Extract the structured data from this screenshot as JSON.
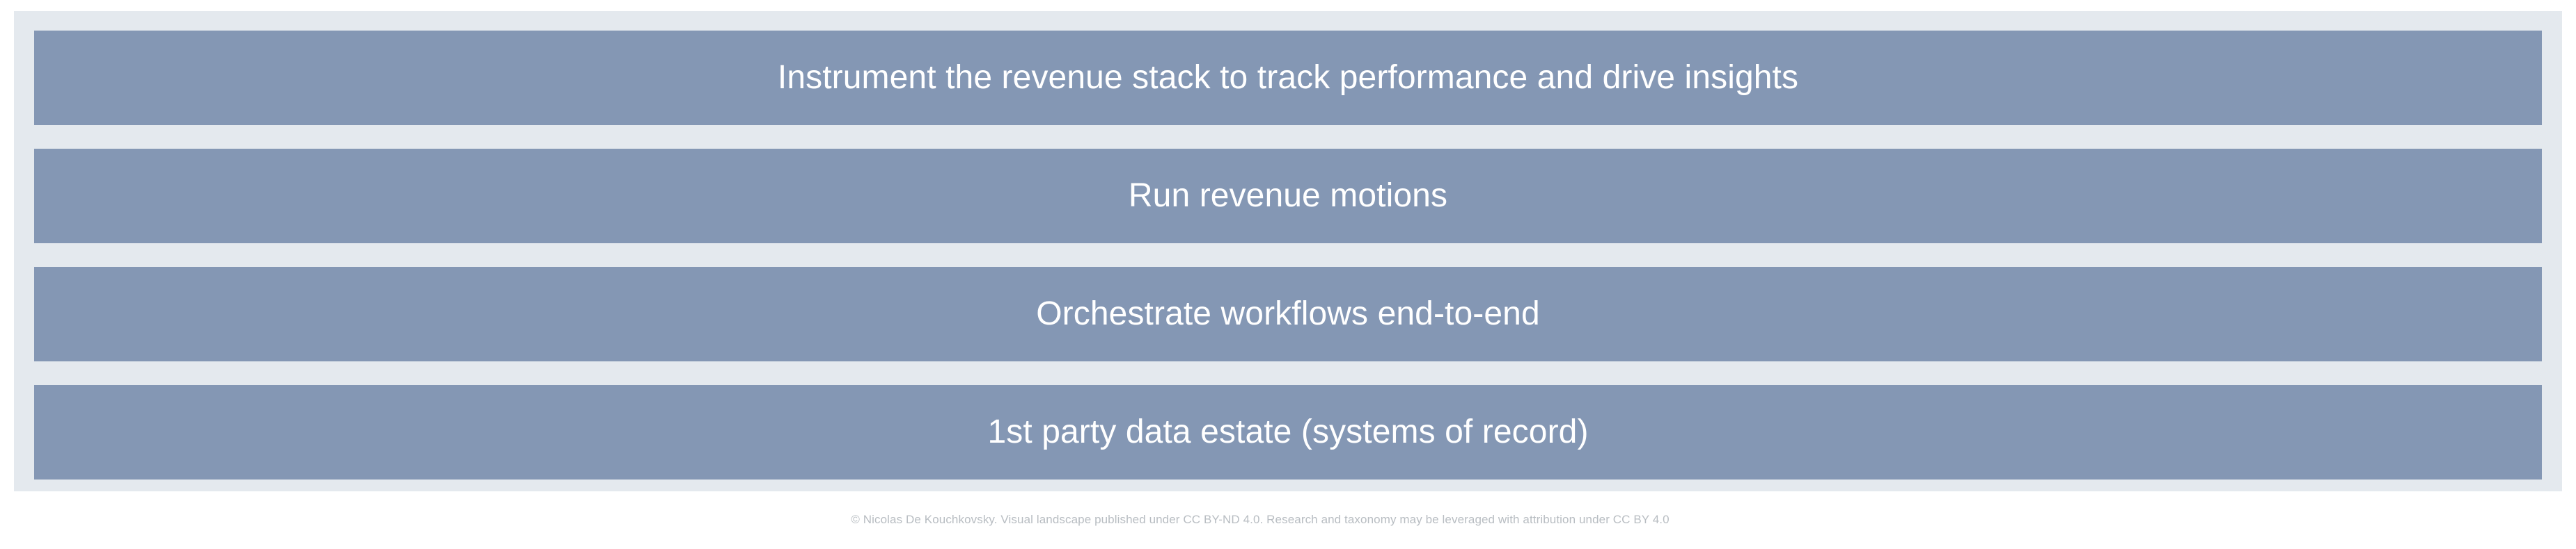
{
  "colors": {
    "page_background": "#ffffff",
    "panel_background": "#e4e9ee",
    "bar_fill": "#8497b4",
    "bar_text": "#ffffff",
    "footer_text": "#b8bdc2"
  },
  "stack": {
    "layers": [
      {
        "label": "Instrument the revenue stack to track performance and drive insights"
      },
      {
        "label": "Run revenue motions"
      },
      {
        "label": "Orchestrate workflows end-to-end"
      },
      {
        "label": "1st party data estate (systems of record)"
      }
    ]
  },
  "footer": {
    "attribution": "© Nicolas De Kouchkovsky. Visual landscape published under CC BY-ND 4.0. Research and taxonomy may be leveraged with attribution under CC BY 4.0"
  }
}
